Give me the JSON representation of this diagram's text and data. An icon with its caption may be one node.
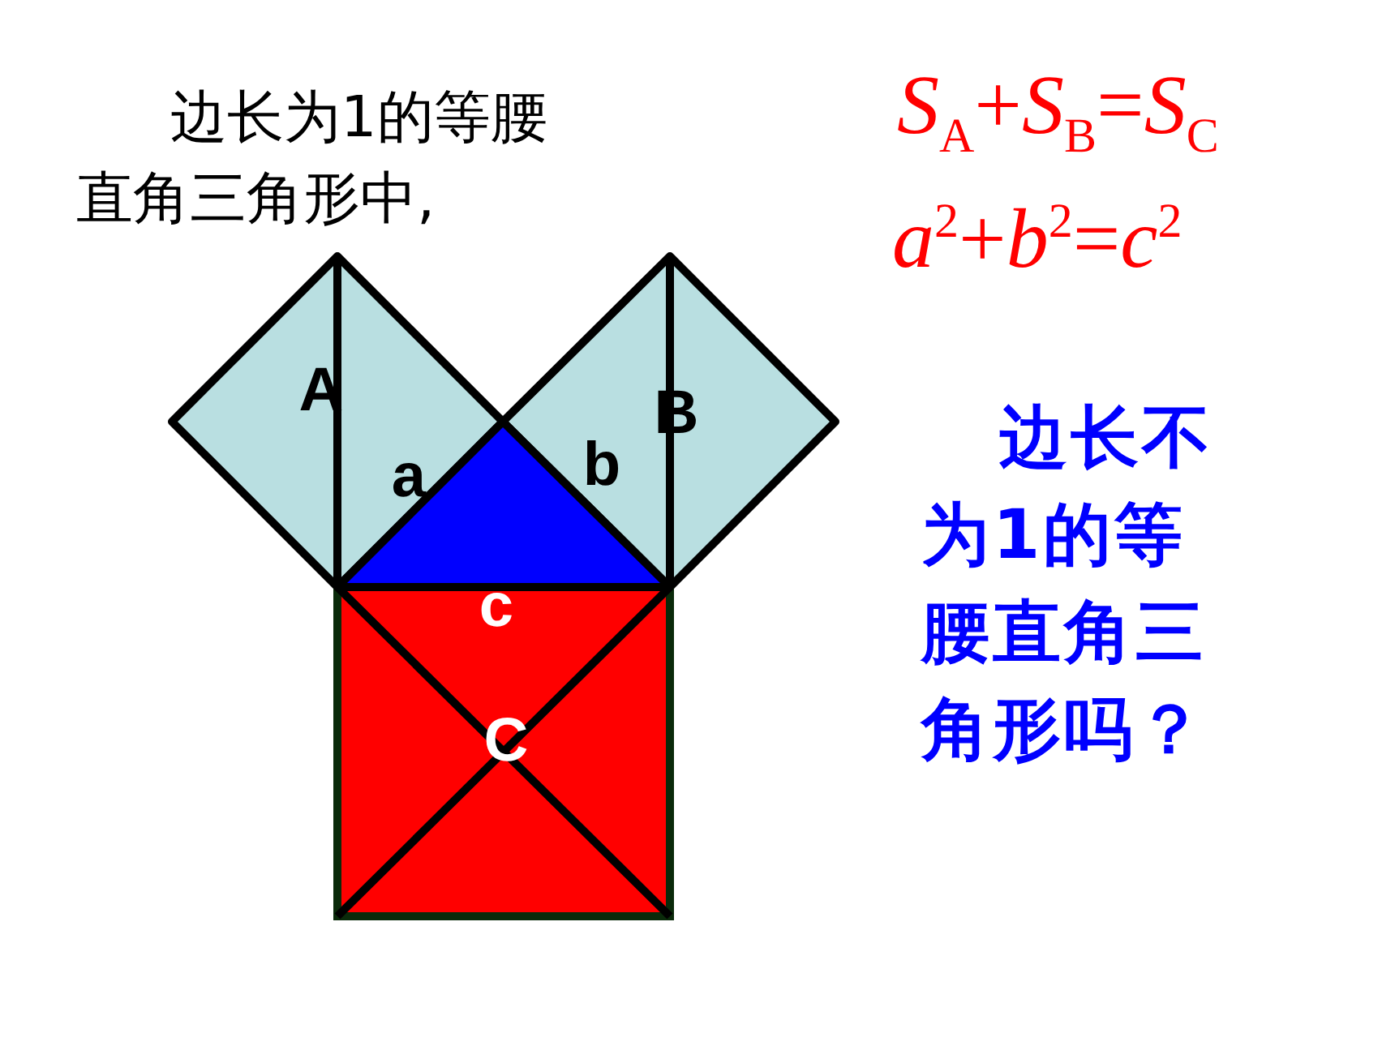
{
  "diagram": {
    "labels": [
      "边长为1的等腰直角三角形中,",
      "*S*$_{A}$+*S*$_{B}$=*S*$_{C}$",
      "*a*$^{2}$+*b*$^{2}$=*c*$^{2}$",
      "A",
      "B",
      "a",
      "b",
      "c",
      "C",
      "边长不为1的等腰直角三角形吗？"
    ]
  }
}
